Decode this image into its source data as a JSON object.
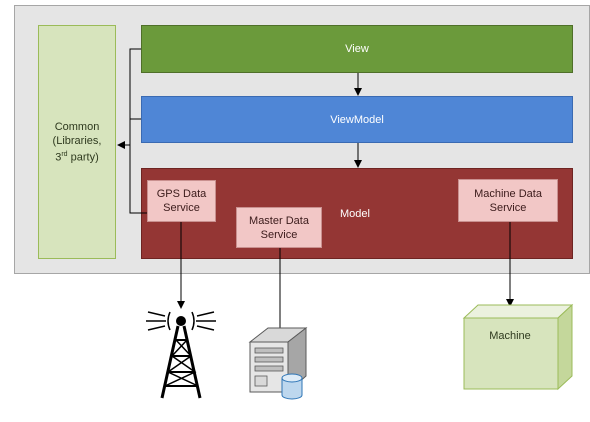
{
  "layers": {
    "common": {
      "line1": "Common",
      "line2": "(Libraries,",
      "line3_prefix": "3",
      "line3_sup": "rd",
      "line3_suffix": " party)"
    },
    "view": "View",
    "viewmodel": "ViewModel",
    "model": "Model"
  },
  "services": {
    "gps": [
      "GPS Data",
      "Service"
    ],
    "master": [
      "Master Data",
      "Service"
    ],
    "machine": [
      "Machine Data",
      "Service"
    ]
  },
  "external": {
    "machine": "Machine",
    "tower_icon": "radio-tower-icon",
    "server_icon": "database-server-icon",
    "machine_icon": "machine-cube-icon"
  },
  "colors": {
    "view": "#6b9a3b",
    "viewmodel": "#4f86d6",
    "model": "#943634",
    "service": "#f2c7c6",
    "common": "#d7e4bd"
  }
}
